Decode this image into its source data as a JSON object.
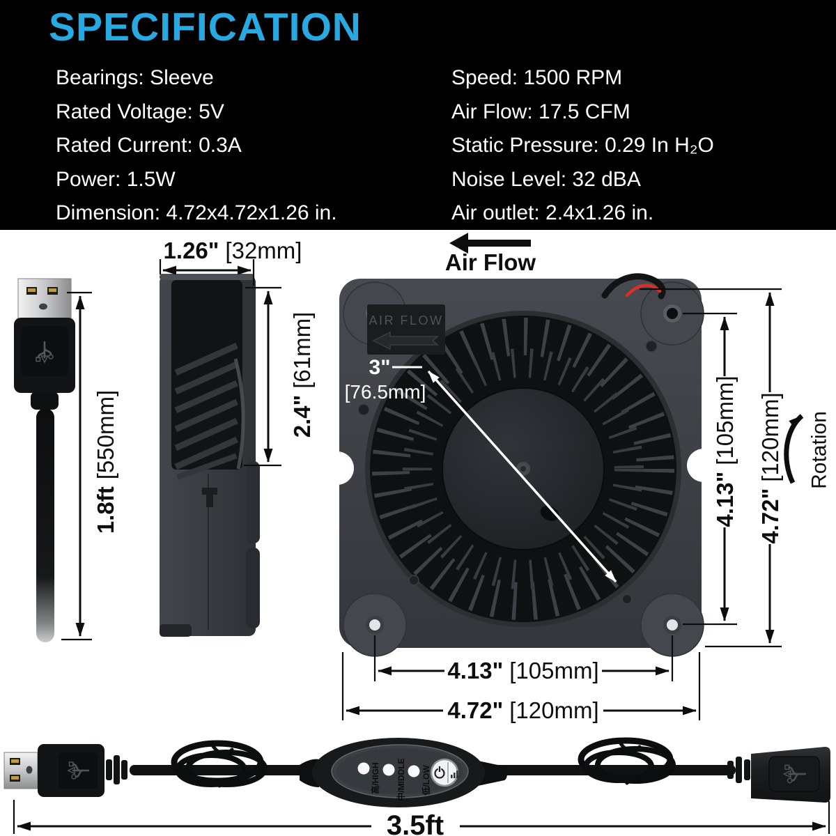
{
  "header": {
    "title": "SPECIFICATION",
    "accent_color": "#29A9E1",
    "left_specs": [
      "Bearings: Sleeve",
      "Rated Voltage: 5V",
      "Rated Current: 0.3A",
      "Power: 1.5W",
      "Dimension: 4.72x4.72x1.26 in."
    ],
    "right_specs": [
      "Speed: 1500 RPM",
      "Air Flow: 17.5 CFM",
      "Static Pressure: 0.29 In H₂O",
      "Noise Level: 32 dBA",
      "Air outlet: 2.4x1.26 in."
    ]
  },
  "diagram": {
    "air_flow_label": "Air Flow",
    "fan_face_plate_label": "AIR FLOW",
    "rotation_label": "Rotation",
    "dims": {
      "side_width_in": "1.26\"",
      "side_width_mm": "[32mm]",
      "outlet_in": "2.4\"",
      "outlet_mm": "[61mm]",
      "cable_ft": "1.8ft",
      "cable_mm": "[550mm]",
      "impeller_in": "3\"",
      "impeller_mm": "[76.5mm]",
      "holes_in": "4.13\"",
      "holes_mm": "[105mm]",
      "frame_in": "4.72\"",
      "frame_mm": "[120mm]"
    },
    "colors": {
      "fan_body": "#3a3d42",
      "impeller": "#101113",
      "dimension_lines": "#0d0d0d"
    }
  },
  "cable_assembly": {
    "length_label": "3.5ft",
    "speed_labels": [
      "高/HIGH",
      "中/MIDDLE",
      "低/LOW"
    ]
  }
}
